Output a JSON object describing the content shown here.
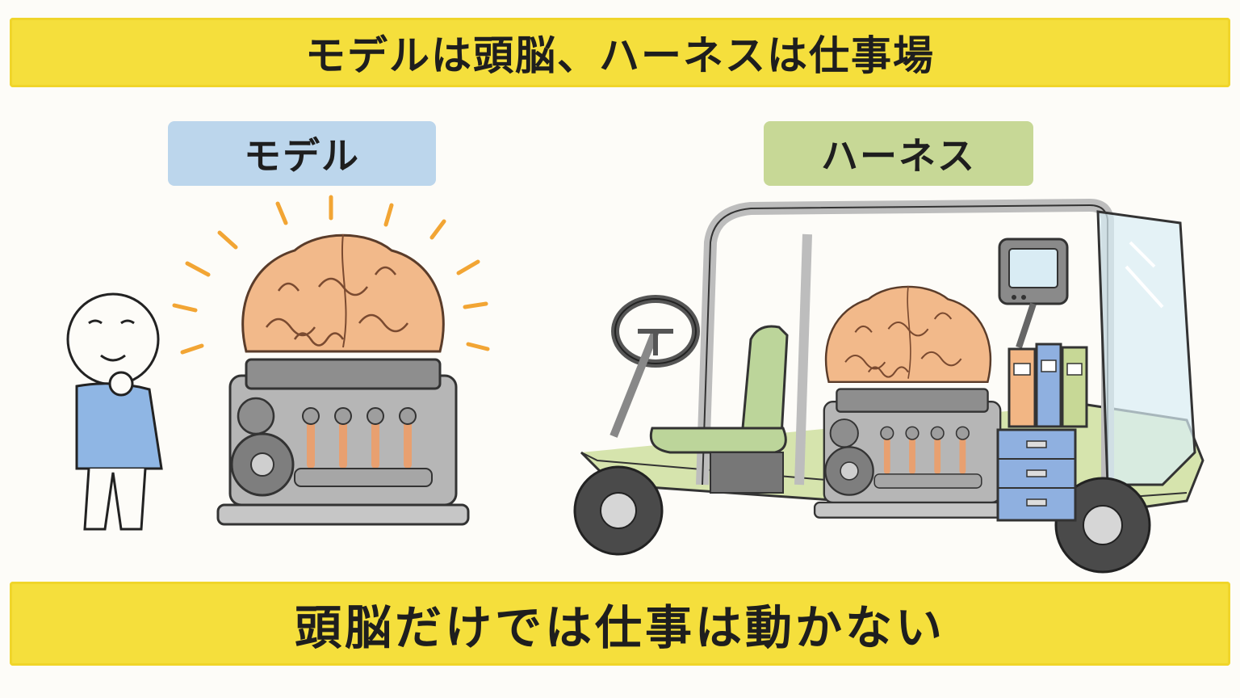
{
  "header": {
    "title": "モデルは頭脳、ハーネスは仕事場"
  },
  "labels": {
    "model": "モデル",
    "harness": "ハーネス"
  },
  "footer": {
    "caption": "頭脳だけでは仕事は動かない"
  },
  "colors": {
    "banner": "#f5df3c",
    "model_tag": "#bcd6ec",
    "harness_tag": "#c7d896",
    "brain": "#f2b98a",
    "rays": "#f2a534",
    "engine": "#9a9a9a",
    "pipes": "#e8a070",
    "cart_trim": "#c2d48c",
    "seat": "#bcd59a",
    "drawers": "#8fb0e0"
  },
  "icons": [
    "thinking-person-icon",
    "brain-icon",
    "engine-icon",
    "cart-icon",
    "steering-wheel-icon",
    "seat-icon",
    "monitor-icon",
    "binders-icon",
    "drawer-cabinet-icon",
    "windshield-icon"
  ]
}
